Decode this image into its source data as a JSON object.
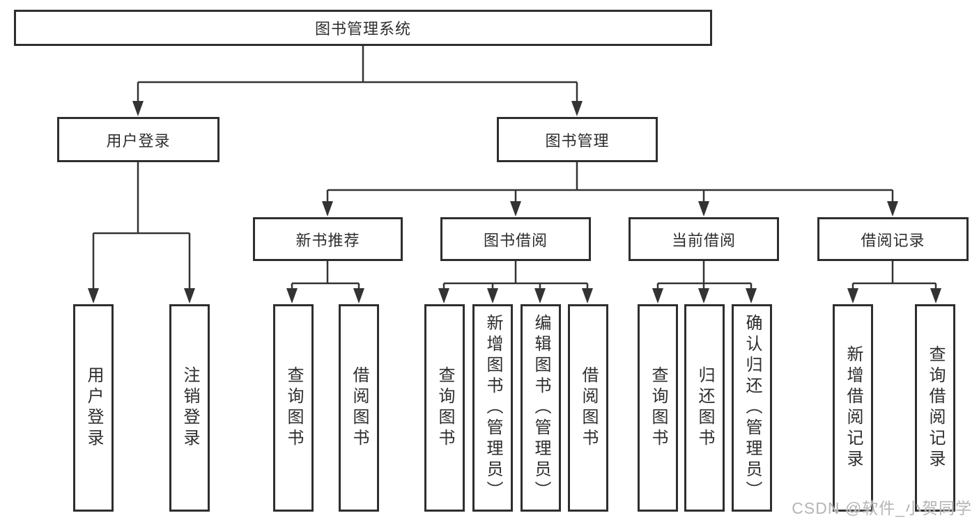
{
  "tree": {
    "root": {
      "label": "图书管理系统"
    },
    "branches": [
      {
        "label": "用户登录",
        "children": [
          {
            "label": "用户登录"
          },
          {
            "label": "注销登录"
          }
        ]
      },
      {
        "label": "图书管理",
        "children": [
          {
            "label": "新书推荐",
            "children": [
              {
                "label": "查询图书"
              },
              {
                "label": "借阅图书"
              }
            ]
          },
          {
            "label": "图书借阅",
            "children": [
              {
                "label": "查询图书"
              },
              {
                "label": "新增图书（管理员）"
              },
              {
                "label": "编辑图书（管理员）"
              },
              {
                "label": "借阅图书"
              }
            ]
          },
          {
            "label": "当前借阅",
            "children": [
              {
                "label": "查询图书"
              },
              {
                "label": "归还图书"
              },
              {
                "label": "确认归还（管理员）"
              }
            ]
          },
          {
            "label": "借阅记录",
            "children": [
              {
                "label": "新增借阅记录"
              },
              {
                "label": "查询借阅记录"
              }
            ]
          }
        ]
      }
    ]
  },
  "watermark": {
    "text": "CSDN @软件_小贺同学"
  },
  "colors": {
    "background": "#ffffff",
    "box_border": "#2e2e2e",
    "connector_line": "#333333",
    "text": "#2d2d2d",
    "watermark_text": "#b5b5b5"
  }
}
